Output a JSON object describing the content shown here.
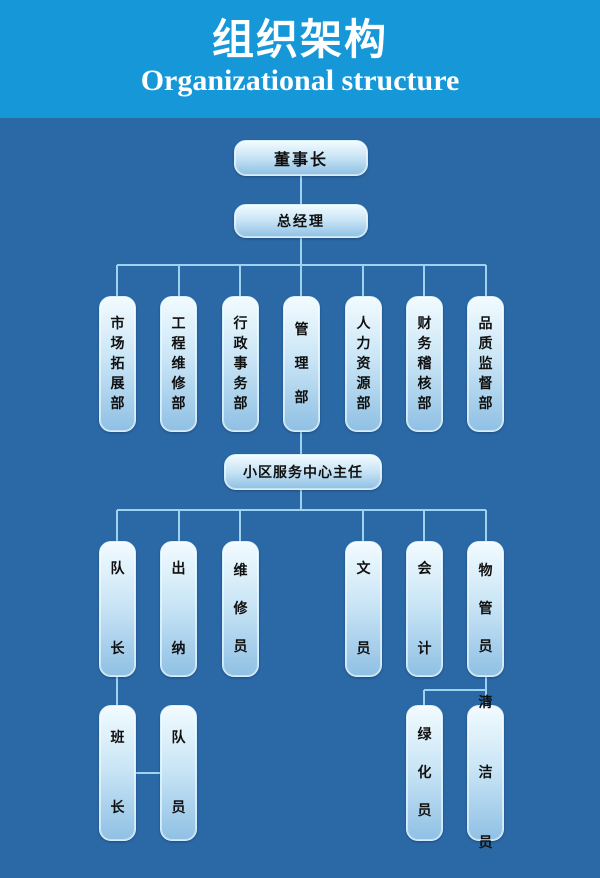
{
  "title_cn": "组织架构",
  "title_en": "Organizational structure",
  "nodes": {
    "chairman": "董事长",
    "gm": "总经理",
    "market": "市场拓展部",
    "engineering": "工程维修部",
    "admin": "行政事务部",
    "management": "管理部",
    "hr": "人力资源部",
    "finance": "财务稽核部",
    "quality": "品质监督部",
    "community_director": "小区服务中心主任",
    "team_leader": "队长",
    "cashier": "出纳",
    "maintenance": "维修员",
    "clerk": "文员",
    "accountant": "会计",
    "property_staff": "物管员",
    "squad_leader": "班长",
    "team_member": "队员",
    "greening": "绿化员",
    "cleaner": "清洁员"
  }
}
